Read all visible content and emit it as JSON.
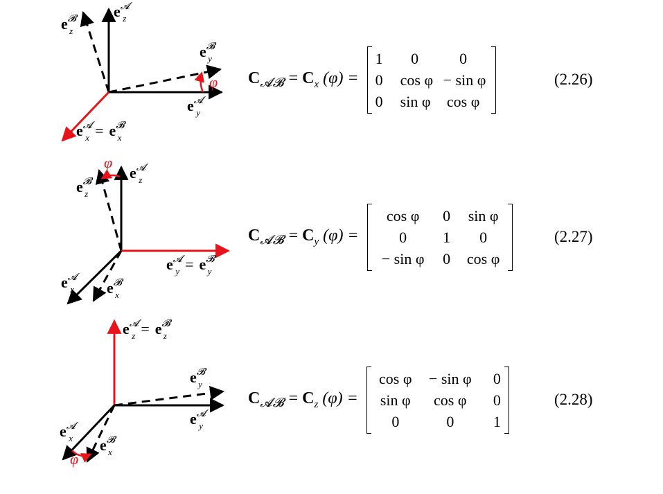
{
  "rotations": [
    {
      "id": "x",
      "labels": {
        "ezB": "e_z^B",
        "ezA": "e_z^A",
        "eyB": "e_y^B",
        "eyA": "e_y^A",
        "exA_eq_exB": "e_x^A = e_x^B",
        "angle": "φ"
      },
      "equation": {
        "lhs_symbol": "C",
        "lhs_sub": "AB",
        "equals": "=",
        "func_symbol": "C",
        "func_sub": "x",
        "arg": "(φ) =",
        "matrix": [
          [
            "1",
            "0",
            "0"
          ],
          [
            "0",
            "cos φ",
            "− sin φ"
          ],
          [
            "0",
            "sin φ",
            "cos φ"
          ]
        ],
        "number": "(2.26)"
      }
    },
    {
      "id": "y",
      "labels": {
        "ezB": "e_z^B",
        "ezA": "e_z^A",
        "eyA_eq_eyB": "e_y^A = e_y^B",
        "exA": "e_x^A",
        "exB": "e_x^B",
        "angle": "φ"
      },
      "equation": {
        "lhs_symbol": "C",
        "lhs_sub": "AB",
        "equals": "=",
        "func_symbol": "C",
        "func_sub": "y",
        "arg": "(φ) =",
        "matrix": [
          [
            "cos φ",
            "0",
            "sin φ"
          ],
          [
            "0",
            "1",
            "0"
          ],
          [
            "− sin φ",
            "0",
            "cos φ"
          ]
        ],
        "number": "(2.27)"
      }
    },
    {
      "id": "z",
      "labels": {
        "ezA_eq_ezB": "e_z^A = e_z^B",
        "eyB": "e_y^B",
        "eyA": "e_y^A",
        "exA": "e_x^A",
        "exB": "e_x^B",
        "angle": "φ"
      },
      "equation": {
        "lhs_symbol": "C",
        "lhs_sub": "AB",
        "equals": "=",
        "func_symbol": "C",
        "func_sub": "z",
        "arg": "(φ) =",
        "matrix": [
          [
            "cos φ",
            "− sin φ",
            "0"
          ],
          [
            "sin φ",
            "cos φ",
            "0"
          ],
          [
            "0",
            "0",
            "1"
          ]
        ],
        "number": "(2.28)"
      }
    }
  ],
  "colors": {
    "axis": "#000000",
    "highlight": "#e8141c"
  }
}
